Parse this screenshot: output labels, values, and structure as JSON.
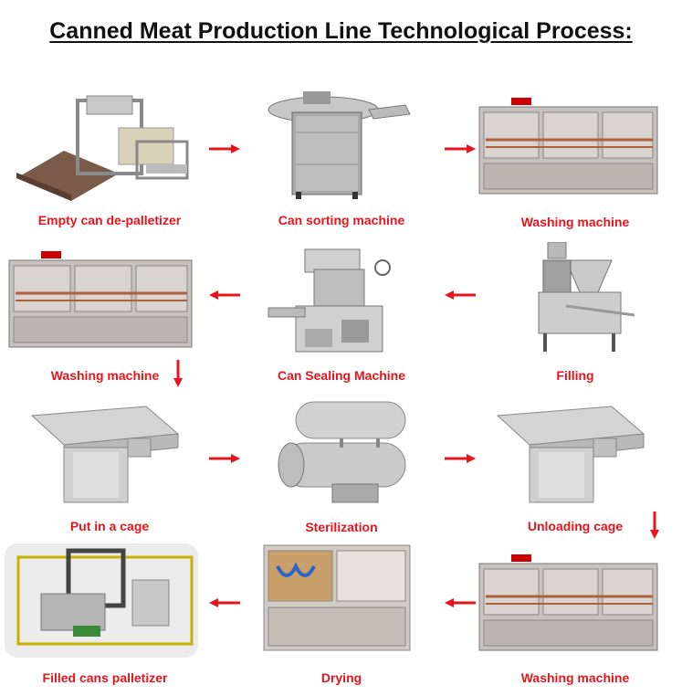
{
  "title": "Canned Meat Production Line Technological Process:",
  "steps": [
    {
      "label": "Empty can de-palletizer",
      "icon": "depalletizer-machine-icon"
    },
    {
      "label": "Can sorting machine",
      "icon": "can-sorting-machine-icon"
    },
    {
      "label": "Washing machine",
      "icon": "washing-machine-icon"
    },
    {
      "label": "Washing machine",
      "icon": "washing-machine-icon"
    },
    {
      "label": "Can Sealing Machine",
      "icon": "can-sealing-machine-icon"
    },
    {
      "label": "Filling",
      "icon": "filling-machine-icon"
    },
    {
      "label": "Put in a cage",
      "icon": "cage-loader-icon"
    },
    {
      "label": "Sterilization",
      "icon": "sterilizer-retort-icon"
    },
    {
      "label": "Unloading cage",
      "icon": "cage-unloader-icon"
    },
    {
      "label": "Filled cans palletizer",
      "icon": "palletizer-icon"
    },
    {
      "label": "Drying",
      "icon": "drying-machine-icon"
    },
    {
      "label": "Washing machine",
      "icon": "washing-machine-icon"
    }
  ],
  "flow_color": "#e8141b"
}
